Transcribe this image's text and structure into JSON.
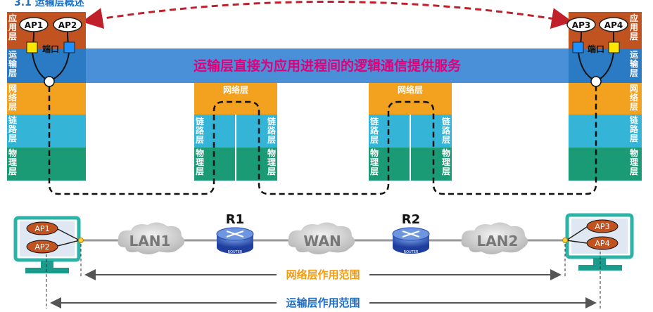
{
  "stacks": {
    "left_layers": [
      "应用层",
      "运输层",
      "网络层",
      "链路层",
      "物理层"
    ],
    "right_layers": [
      "应用层",
      "运输层",
      "网络层",
      "链路层",
      "物理层"
    ],
    "router_network_label": "网络层",
    "router_link_label": "链路层",
    "router_phys_label": "物理层"
  },
  "banner": "运输层直接为应用进程间的逻辑通信提供服务",
  "left_aps": [
    "AP1",
    "AP2"
  ],
  "right_aps": [
    "AP3",
    "AP4"
  ],
  "port_label": "端口",
  "network": {
    "lan1": "LAN1",
    "wan": "WAN",
    "lan2": "LAN2",
    "r1": "R1",
    "r2": "R2",
    "router_tag": "ROUTER",
    "left_host_aps": [
      "AP1",
      "AP2"
    ],
    "right_host_aps": [
      "AP3",
      "AP4"
    ]
  },
  "ranges": {
    "network_scope": "网络层作用范围",
    "transport_scope": "运输层作用范围"
  },
  "colors": {
    "app": "#c0531f",
    "transport": "#2a7bc4",
    "network": "#f3a21f",
    "link": "#34b4d6",
    "physical": "#1a9b76",
    "banner": "#4a90d9",
    "banner_text": "#e0007a",
    "range_text": "#f39c12",
    "range_text2": "#1f6fc2",
    "dashed": "#c0202a"
  }
}
